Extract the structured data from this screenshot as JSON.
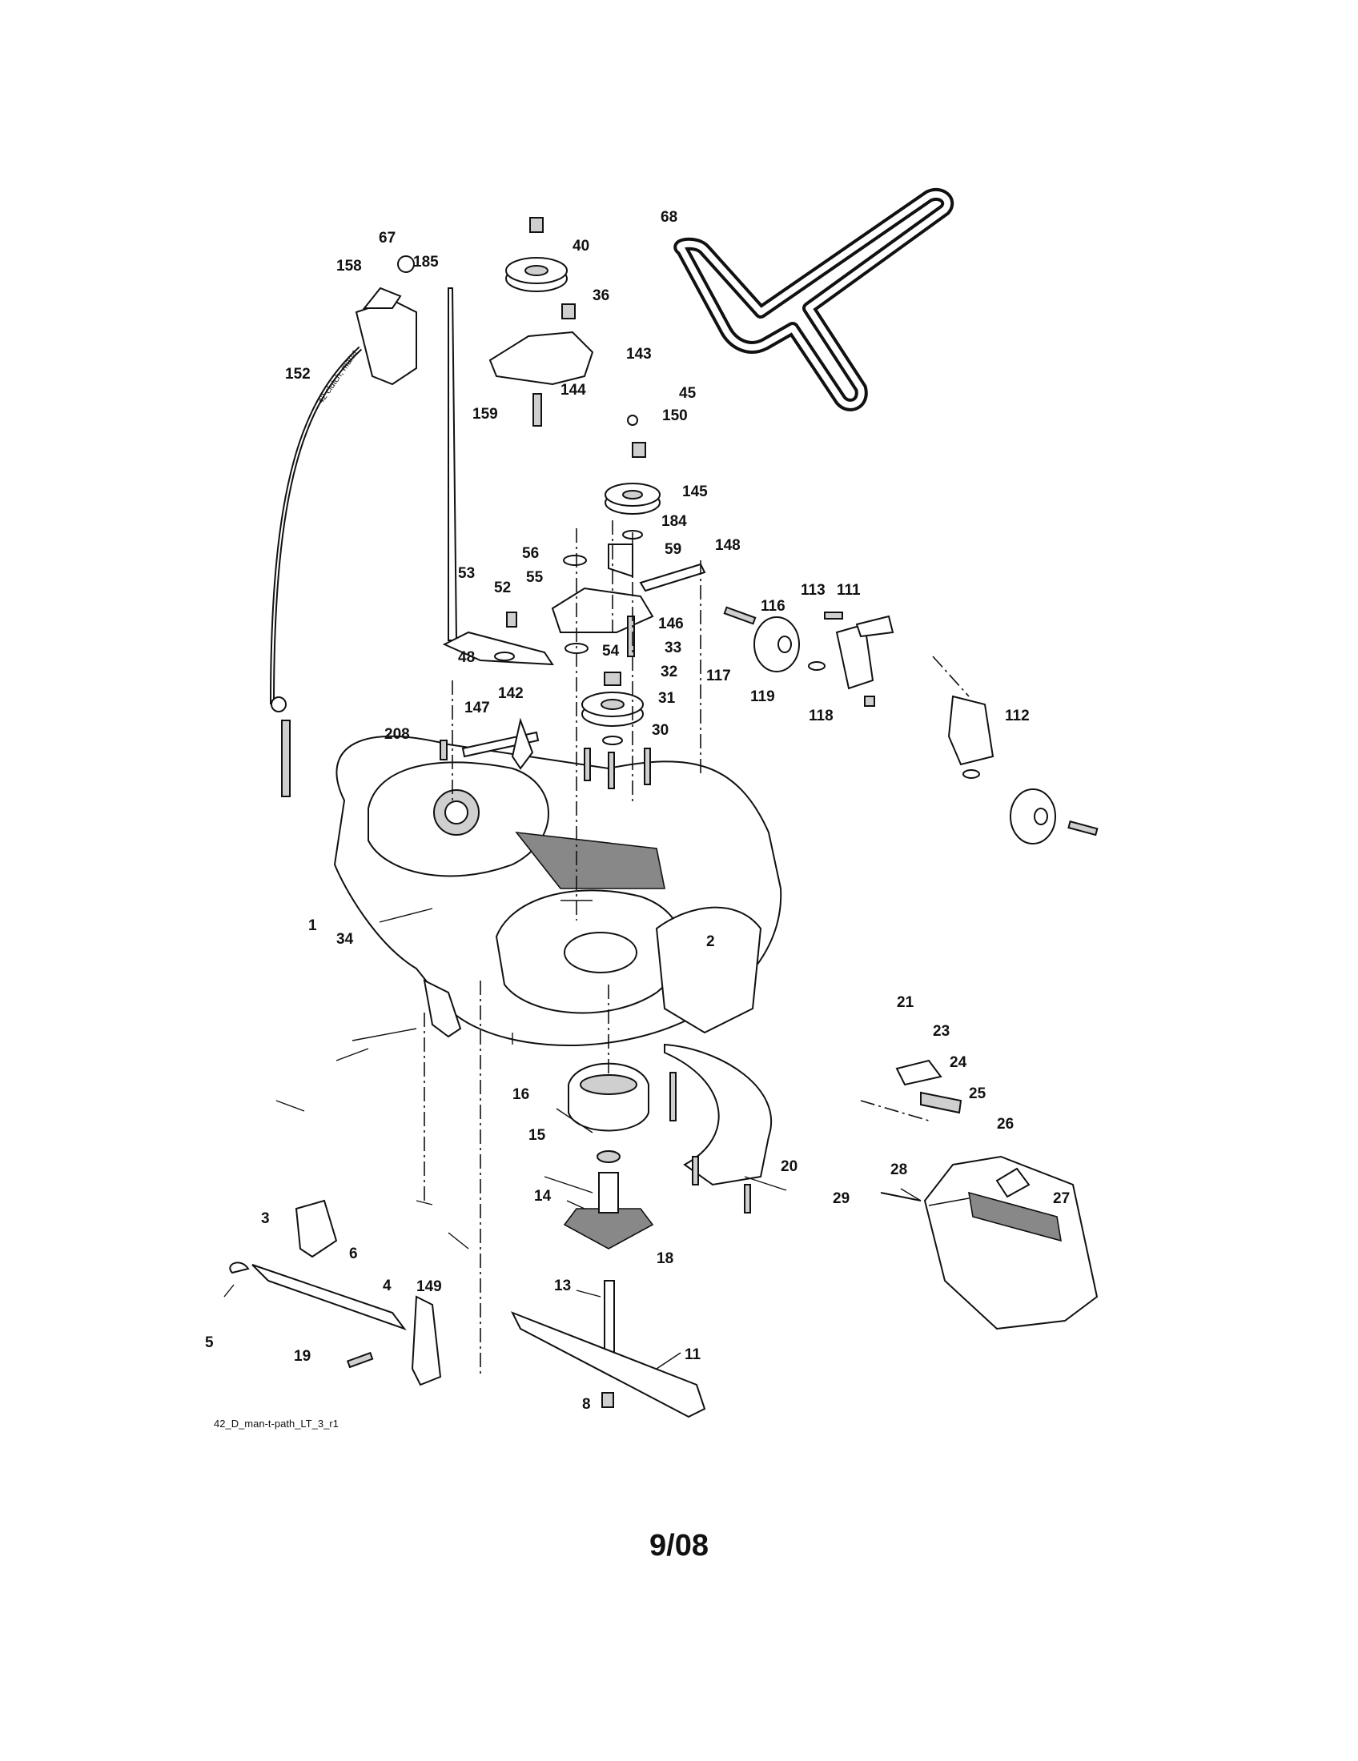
{
  "drawing_id": "42_D_man-t-path_LT_3_r1",
  "revision_date": "9/08",
  "cable_print": "42 clutch, man-t",
  "callouts": [
    "1",
    "2",
    "3",
    "4",
    "5",
    "6",
    "8",
    "11",
    "13",
    "14",
    "15",
    "16",
    "18",
    "19",
    "20",
    "21",
    "23",
    "24",
    "25",
    "26",
    "27",
    "28",
    "29",
    "30",
    "31",
    "32",
    "33",
    "34",
    "36",
    "40",
    "45",
    "48",
    "52",
    "53",
    "54",
    "55",
    "56",
    "59",
    "67",
    "68",
    "111",
    "112",
    "113",
    "116",
    "117",
    "118",
    "119",
    "142",
    "143",
    "144",
    "145",
    "146",
    "147",
    "148",
    "149",
    "150",
    "152",
    "158",
    "159",
    "184",
    "185",
    "208"
  ]
}
